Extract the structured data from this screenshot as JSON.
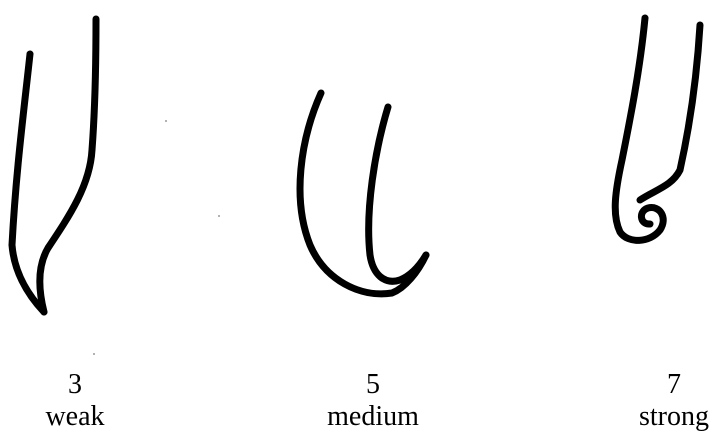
{
  "figures": [
    {
      "id": "weak",
      "score": "3",
      "label": "weak"
    },
    {
      "id": "medium",
      "score": "5",
      "label": "medium"
    },
    {
      "id": "strong",
      "score": "7",
      "label": "strong"
    }
  ],
  "colors": {
    "ink": "#000000",
    "background": "#ffffff"
  }
}
